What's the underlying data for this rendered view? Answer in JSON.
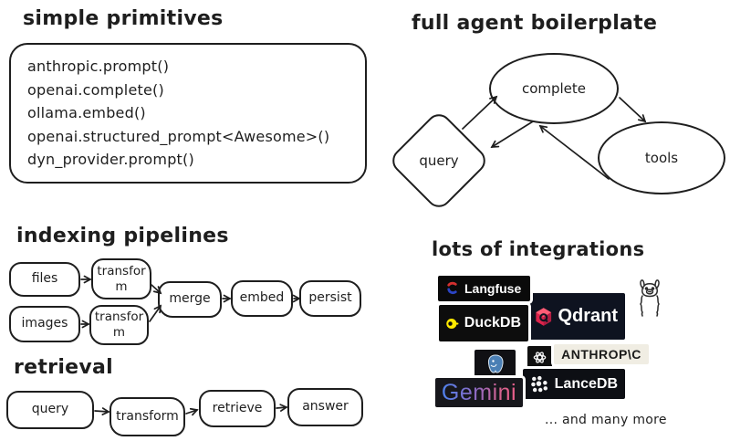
{
  "canvas": {
    "background": "#ffffff",
    "ink": "#1e1e1e"
  },
  "primitives": {
    "title": "simple primitives",
    "lines": [
      "anthropic.prompt()",
      "openai.complete()",
      "ollama.embed()",
      "openai.structured_prompt<Awesome>()",
      "dyn_provider.prompt()"
    ]
  },
  "agent": {
    "title": "full agent boilerplate",
    "query": "query",
    "complete": "complete",
    "tools": "tools"
  },
  "indexing": {
    "title": "indexing pipelines",
    "files": "files",
    "transform1": "transform",
    "images": "images",
    "transform2": "transform",
    "merge": "merge",
    "embed": "embed",
    "persist": "persist"
  },
  "retrieval": {
    "title": "retrieval",
    "steps": [
      "query",
      "transform",
      "retrieve",
      "answer"
    ]
  },
  "integrations": {
    "title": "lots of integrations",
    "langfuse": "Langfuse",
    "duckdb": "DuckDB",
    "qdrant": "Qdrant",
    "anthropic": "ANTHROP\\C",
    "gemini": "Gemini",
    "lancedb": "LanceDB",
    "more": "... and many more",
    "colors": {
      "badge_bg": "#0c0c10",
      "qdrant_bg": "#0e1320",
      "qdrant_red": "#dc244c",
      "duckdb_yellow": "#ffe900",
      "langfuse_red": "#d4302f",
      "langfuse_blue": "#2b44c4",
      "anthropic_bg": "#f0ede3",
      "postgres_blue": "#4b7fb5",
      "gemini_gradient": [
        "#4e82ee",
        "#9168c0",
        "#ee5f8c"
      ]
    }
  }
}
